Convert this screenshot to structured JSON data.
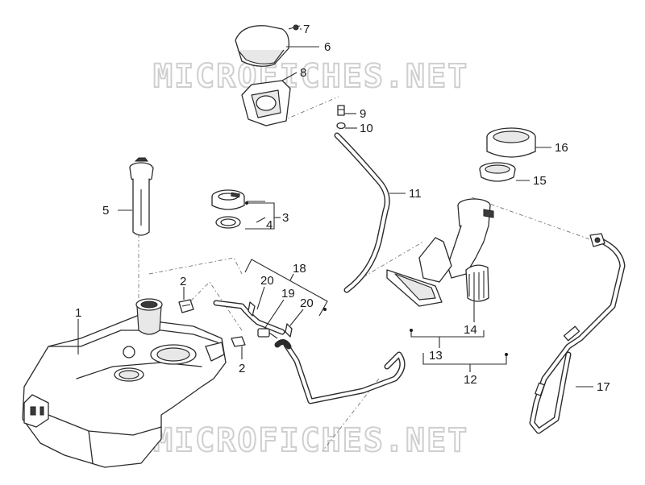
{
  "watermark": "MICROFICHES.NET",
  "callouts": {
    "c1": "1",
    "c2a": "2",
    "c2b": "2",
    "c3": "3",
    "c4": "4",
    "c5": "5",
    "c6": "6",
    "c7": "7",
    "c8": "8",
    "c9": "9",
    "c10": "10",
    "c11": "11",
    "c12": "12",
    "c13": "13",
    "c14": "14",
    "c15": "15",
    "c16": "16",
    "c17": "17",
    "c18": "18",
    "c19": "19",
    "c20a": "20",
    "c20b": "20"
  }
}
